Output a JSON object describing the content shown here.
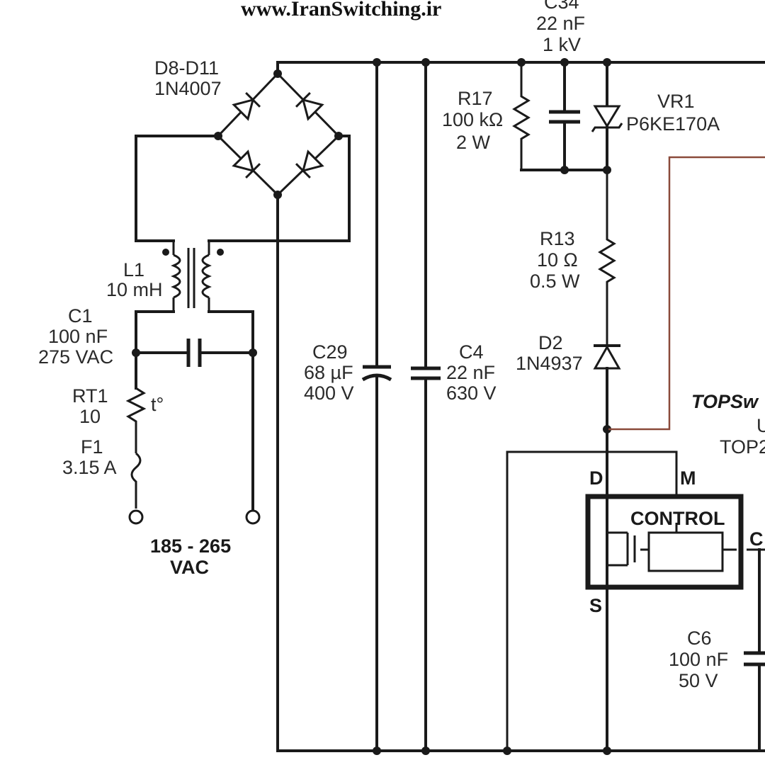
{
  "header": {
    "url": "www.IranSwitching.ir"
  },
  "colors": {
    "wire": "#1a1a1a",
    "feedback_wire": "#8a4a3a",
    "background": "#ffffff"
  },
  "components": {
    "bridge": {
      "ref": "D8-D11",
      "value": "1N4007"
    },
    "c34": {
      "ref": "C34",
      "value": "22 nF",
      "rating": "1 kV"
    },
    "r17": {
      "ref": "R17",
      "value": "100 kΩ",
      "rating": "2 W"
    },
    "vr1": {
      "ref": "VR1",
      "value": "P6KE170A"
    },
    "l1": {
      "ref": "L1",
      "value": "10 mH"
    },
    "c1": {
      "ref": "C1",
      "value": "100 nF",
      "rating": "275 VAC"
    },
    "rt1": {
      "ref": "RT1",
      "value": "10",
      "symbol": "t°"
    },
    "f1": {
      "ref": "F1",
      "value": "3.15 A"
    },
    "r13": {
      "ref": "R13",
      "value": "10 Ω",
      "rating": "0.5 W"
    },
    "c29": {
      "ref": "C29",
      "value": "68 µF",
      "rating": "400 V"
    },
    "c4": {
      "ref": "C4",
      "value": "22 nF",
      "rating": "630 V"
    },
    "d2": {
      "ref": "D2",
      "value": "1N4937"
    },
    "u1": {
      "family": "TOPSw",
      "ref": "U",
      "part": "TOP2",
      "pin_d": "D",
      "pin_m": "M",
      "pin_s": "S",
      "pin_c": "C",
      "block": "CONTROL"
    },
    "c6": {
      "ref": "C6",
      "value": "100 nF",
      "rating": "50 V"
    }
  },
  "input": {
    "voltage": "185 - 265",
    "unit": "VAC"
  }
}
